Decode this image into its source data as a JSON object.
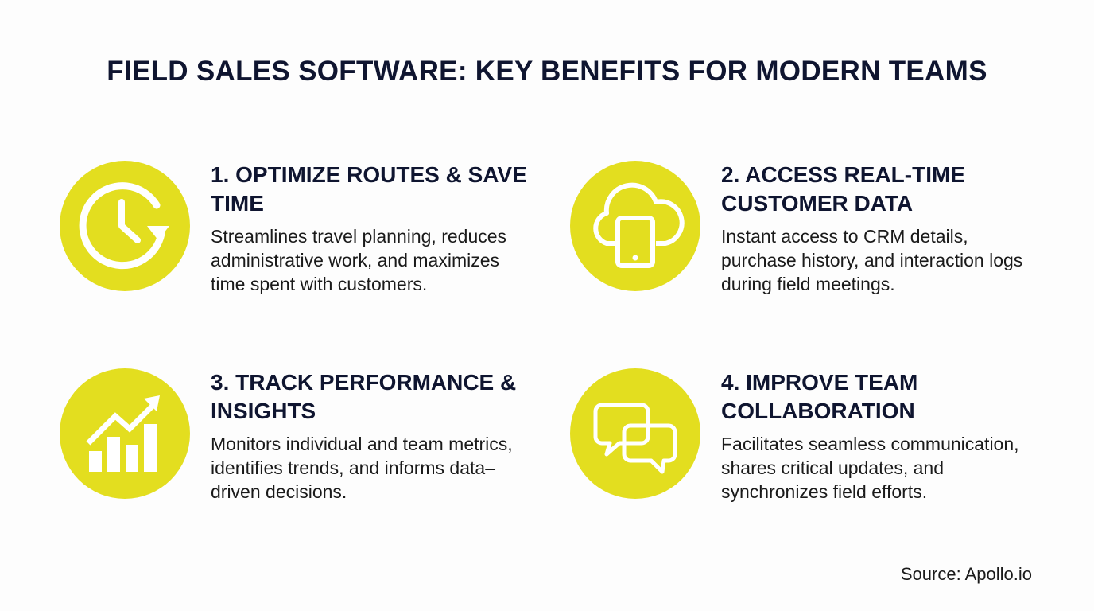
{
  "title": "FIELD SALES SOFTWARE: KEY BENEFITS FOR MODERN TEAMS",
  "colors": {
    "accent": "#e3de1f",
    "heading": "#0f1530",
    "background": "#fdfdfd"
  },
  "benefits": [
    {
      "icon": "clock-refresh-icon",
      "heading": "1. OPTIMIZE ROUTES & SAVE TIME",
      "description": "Streamlines travel planning, reduces administrative work, and maximizes time spent with customers."
    },
    {
      "icon": "cloud-tablet-icon",
      "heading": "2. ACCESS REAL-TIME CUSTOMER DATA",
      "description": "Instant access to CRM details, purchase history, and interaction logs during field meetings."
    },
    {
      "icon": "growth-chart-icon",
      "heading": "3. TRACK PERFORMANCE & INSIGHTS",
      "description": "Monitors individual and team metrics, identifies trends, and informs data–driven decisions."
    },
    {
      "icon": "chat-bubbles-icon",
      "heading": "4. IMPROVE TEAM COLLABORATION",
      "description": "Facilitates seamless communication, shares critical updates, and synchronizes field efforts."
    }
  ],
  "source": "Source: Apollo.io"
}
